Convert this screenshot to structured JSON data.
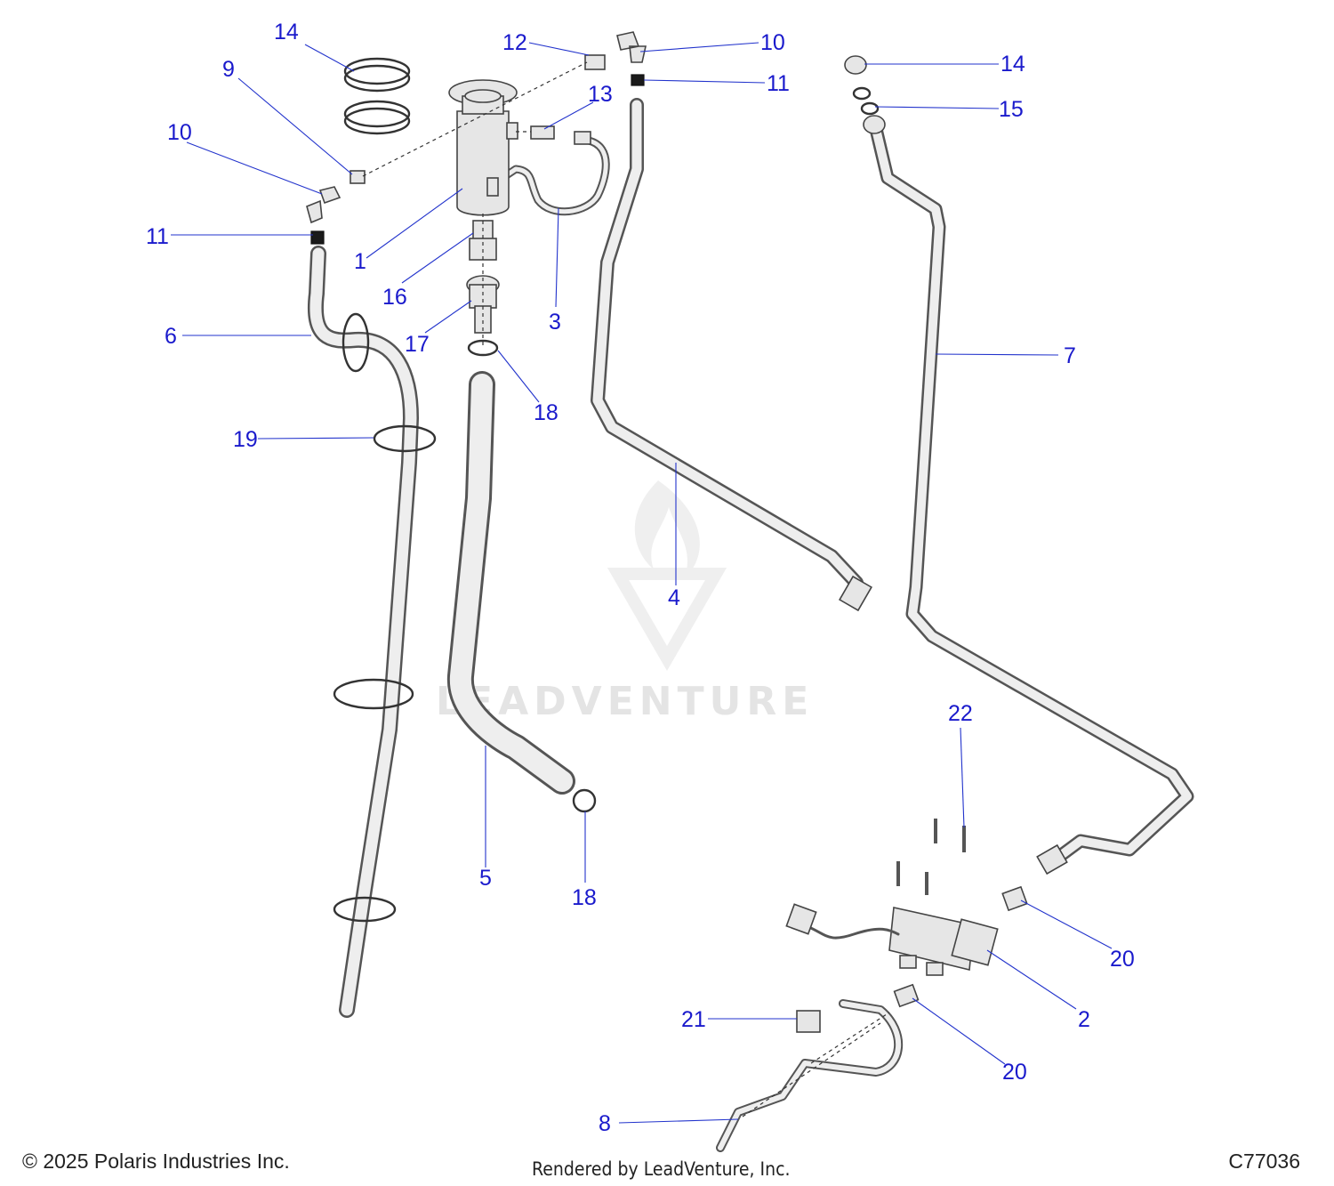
{
  "footer": {
    "copyright": "© 2025 Polaris Industries Inc.",
    "rendered_by": "Rendered by LeadVenture, Inc.",
    "diagram_code": "C77036"
  },
  "watermark": {
    "text": "LEADVENTURE"
  },
  "colors": {
    "callout": "#1a1acc",
    "leader": "#2233cc",
    "outline": "#444444"
  },
  "callouts": [
    "14",
    "9",
    "10",
    "11",
    "6",
    "19",
    "1",
    "16",
    "17",
    "18",
    "5",
    "12",
    "13",
    "3",
    "4",
    "7",
    "15",
    "22",
    "20",
    "2",
    "21",
    "8"
  ],
  "callout_repeats": {
    "tank_side_14": "14",
    "tank_side_10": "10",
    "tank_side_11": "11",
    "lower_18": "18",
    "lower_20": "20"
  }
}
